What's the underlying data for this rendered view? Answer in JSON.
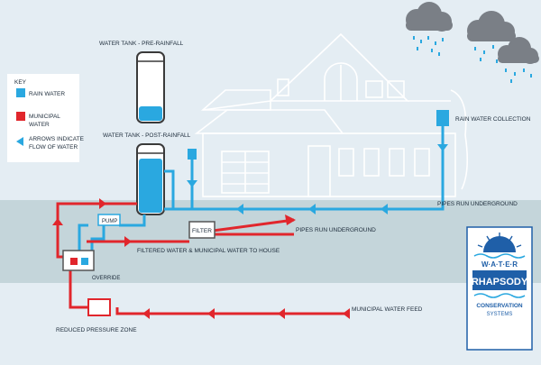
{
  "key": {
    "title": "KEY",
    "rain_water": "RAIN WATER",
    "municipal_water": [
      "MUNICIPAL",
      "WATER"
    ],
    "arrows": [
      "ARROWS INDICATE",
      "FLOW OF WATER"
    ]
  },
  "labels": {
    "tank_pre": "WATER TANK - PRE-RAINFALL",
    "tank_post": "WATER TANK - POST-RAINFALL",
    "rain_collection": "RAIN WATER COLLECTION",
    "pipes_underground_right": "PIPES RUN UNDERGROUND",
    "pipes_underground_mid": "PIPES RUN UNDERGROUND",
    "pump": "PUMP",
    "filter": "FILTER",
    "filtered_water": "FILTERED WATER & MUNICIPAL WATER TO HOUSE",
    "override": "OVERRIDE",
    "reduced_pressure": "REDUCED PRESSURE ZONE",
    "municipal_feed": "MUNICIPAL WATER FEED"
  },
  "logo": {
    "line1": "W·A·T·E·R",
    "line2": "RHAPSODY",
    "line3": "CONSERVATION",
    "line4": "SYSTEMS"
  },
  "colors": {
    "rain": "#2aa8e0",
    "municipal": "#e1262c",
    "ground": "#c4d5da",
    "sky": "#e4edf3",
    "house_line": "#ffffff",
    "text": "#1c2b3a",
    "logo_blue": "#1f5fa8"
  }
}
